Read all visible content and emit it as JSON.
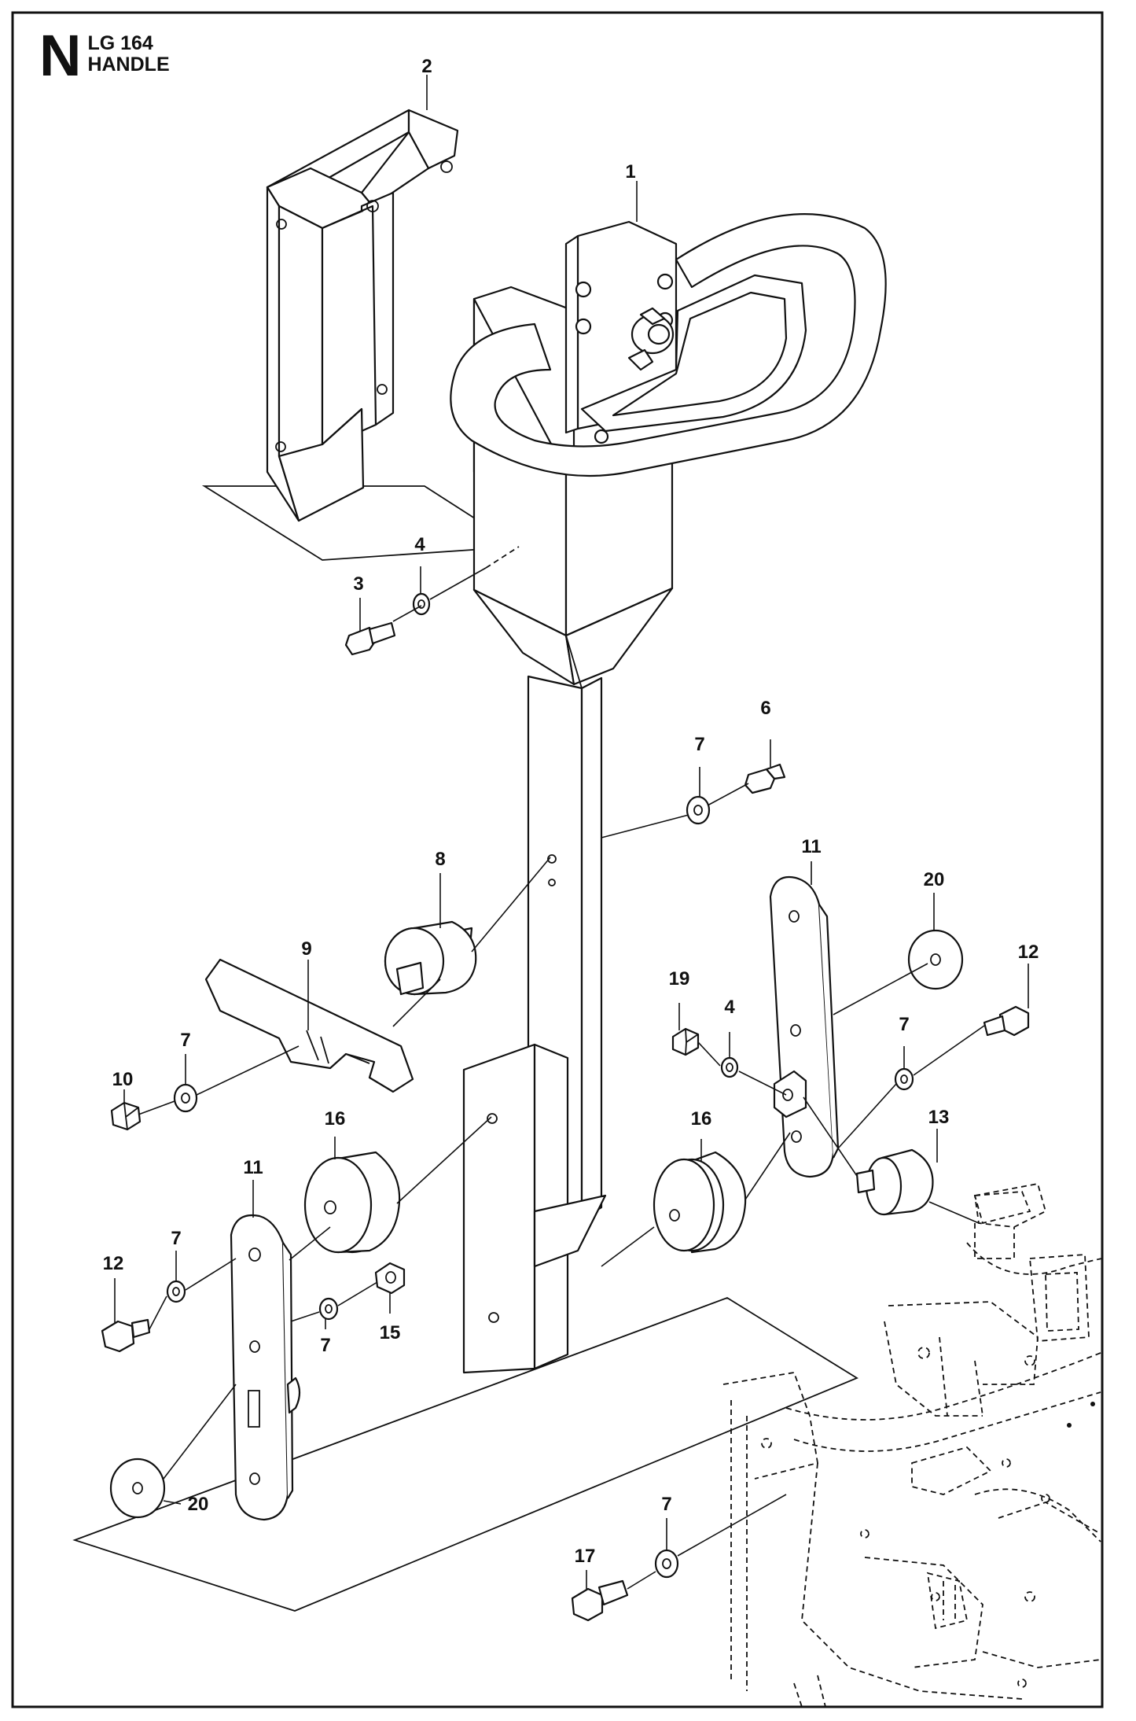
{
  "section_letter": "N",
  "title": {
    "line1": "LG 164",
    "line2": "HANDLE"
  },
  "callouts": {
    "c1": "1",
    "c2": "2",
    "c3": "3",
    "c4a": "4",
    "c4b": "4",
    "c6": "6",
    "c7a": "7",
    "c7b": "7",
    "c7c": "7",
    "c7d": "7",
    "c7e": "7",
    "c7f": "7",
    "c8": "8",
    "c9": "9",
    "c10": "10",
    "c11a": "11",
    "c11b": "11",
    "c12a": "12",
    "c12b": "12",
    "c13": "13",
    "c15": "15",
    "c16a": "16",
    "c16b": "16",
    "c17": "17",
    "c19": "19",
    "c20a": "20",
    "c20b": "20"
  }
}
